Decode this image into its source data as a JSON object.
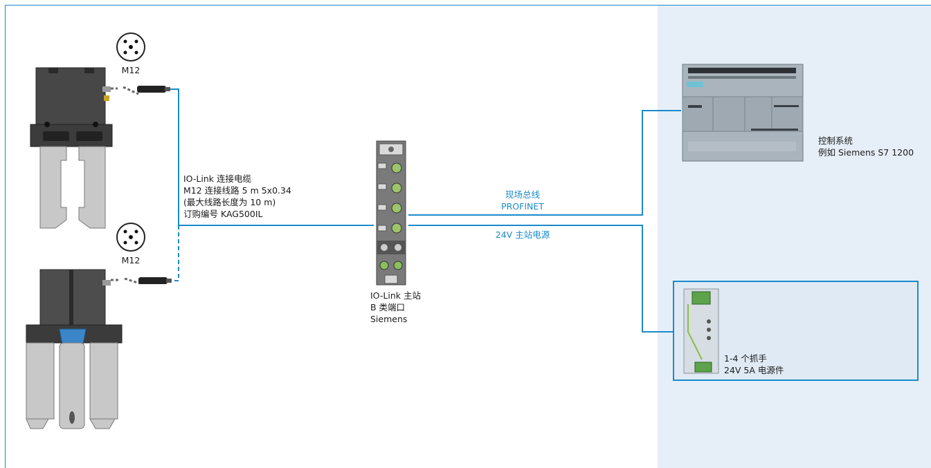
{
  "connector_top": {
    "label": "M12"
  },
  "connector_bottom": {
    "label": "M12"
  },
  "cable": {
    "line1": "IO-Link 连接电缆",
    "line2": "M12 连接线路 5 m 5x0.34",
    "line3": "(最大线路长度为 10 m)",
    "line4": "订购编号 KAG500IL"
  },
  "master": {
    "line1": "IO-Link 主站",
    "line2": "B 类端口",
    "line3": "Siemens"
  },
  "fieldbus": {
    "line1": "现场总线",
    "line2": "PROFINET"
  },
  "power_line": {
    "label": "24V 主站电源"
  },
  "plc": {
    "line1": "控制系统",
    "line2": "例如 Siemens S7 1200"
  },
  "psu": {
    "line1": "1-4 个抓手",
    "line2": "24V 5A 电源件"
  },
  "colors": {
    "accent": "#1a8ac9",
    "shaded_panel": "#e6eff8",
    "gripper_dark": "#4a4a4a",
    "gripper_light": "#c8c8c8"
  }
}
